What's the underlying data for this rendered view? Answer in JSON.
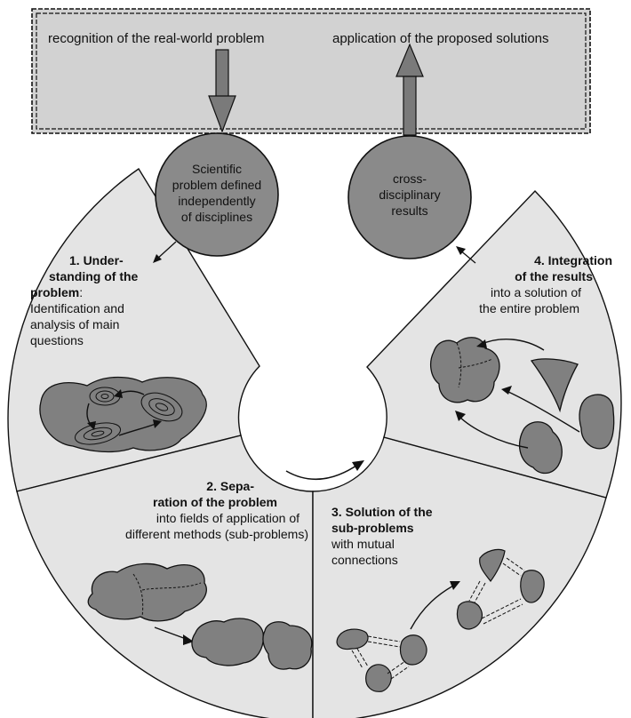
{
  "top_bar": {
    "left_text": "recognition of the real-world problem",
    "right_text": "application of the proposed solutions"
  },
  "circles": {
    "left": [
      "Scientific",
      "problem defined",
      "independently",
      "of disciplines"
    ],
    "right": [
      "cross-",
      "disciplinary",
      "results"
    ]
  },
  "step1": {
    "lines": [
      {
        "text": "1. Under-",
        "bold": true
      },
      {
        "text": "standing of the",
        "bold": true
      },
      {
        "text": "problem",
        "bold": true,
        "suffix": ":"
      },
      {
        "text": "Identification and",
        "bold": false
      },
      {
        "text": "analysis of main",
        "bold": false
      },
      {
        "text": "questions",
        "bold": false
      }
    ]
  },
  "step2": {
    "lines": [
      {
        "text": "2. Sepa-",
        "bold": true
      },
      {
        "text": "ration of the problem",
        "bold": true
      },
      {
        "text": "into fields of application of",
        "bold": false
      },
      {
        "text": "different methods (sub-problems)",
        "bold": false
      }
    ]
  },
  "step3": {
    "lines": [
      {
        "text": "3. Solution of the",
        "bold": true
      },
      {
        "text": "sub-problems",
        "bold": true
      },
      {
        "text": "with mutual",
        "bold": false
      },
      {
        "text": "connections",
        "bold": false
      }
    ]
  },
  "step4": {
    "lines": [
      {
        "text": "4. Integration",
        "bold": true
      },
      {
        "text": "of the results",
        "bold": true
      },
      {
        "text": "into a solution of",
        "bold": false
      },
      {
        "text": "the entire problem",
        "bold": false
      }
    ]
  },
  "colors": {
    "band_fill": "#d2d2d2",
    "segment_fill": "#e4e4e4",
    "shape_fill": "#808080",
    "circle_fill": "#8a8a8a",
    "arrow_fill": "#7a7a7a",
    "stroke": "#111111"
  }
}
